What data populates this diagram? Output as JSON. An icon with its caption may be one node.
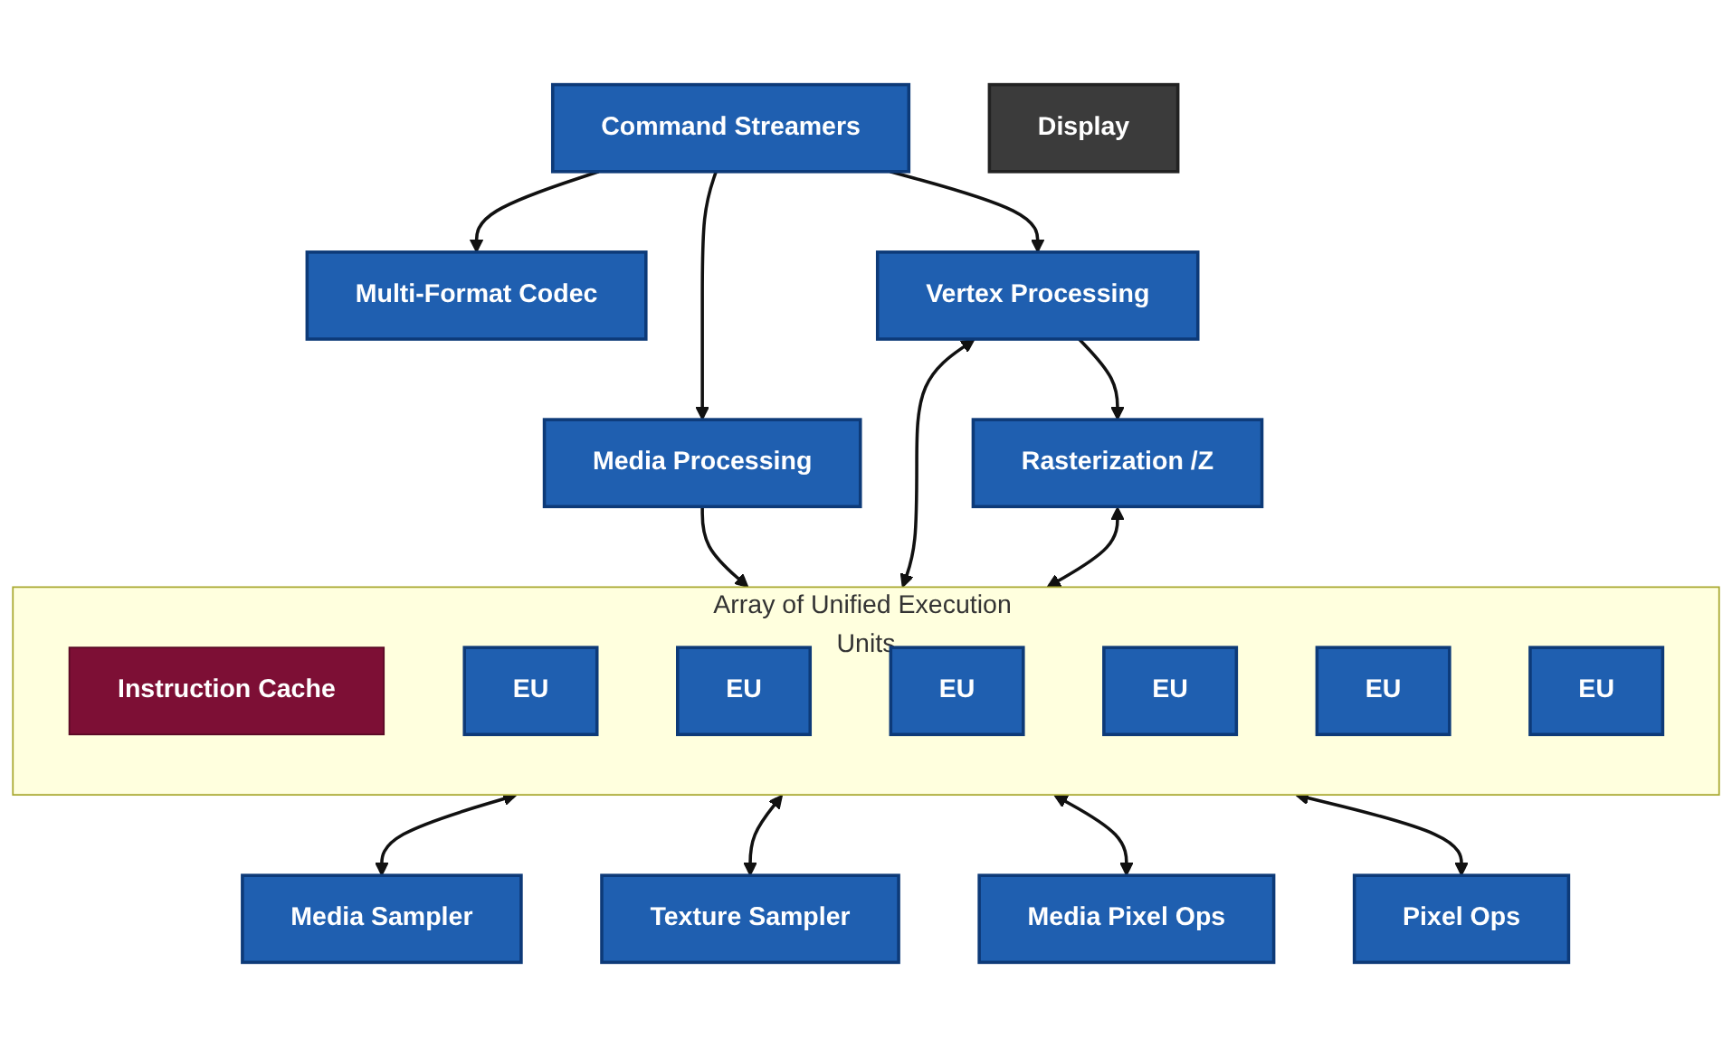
{
  "diagram": {
    "nodes": [
      {
        "text": [
          "Command Streamers"
        ]
      },
      {
        "text": [
          "Media Processing"
        ]
      },
      {
        "text": [
          "Multi-Format Codec"
        ]
      },
      {
        "text": [
          "Display"
        ]
      },
      {
        "text": [
          "Vertex Processing"
        ]
      },
      {
        "text": [
          "Array of Unified Execution Units"
        ]
      },
      {
        "text": [
          "Instruction Cache"
        ],
        "in": 5
      },
      {
        "text": [
          "EU"
        ],
        "in": 5
      },
      {
        "text": [
          "EU"
        ],
        "in": 5
      },
      {
        "text": [
          "EU"
        ],
        "in": 5
      },
      {
        "text": [
          "EU"
        ],
        "in": 5
      },
      {
        "text": [
          "EU"
        ],
        "in": 5
      },
      {
        "text": [
          "EU"
        ],
        "in": 5
      },
      {
        "text": [
          "Media Sampler"
        ]
      },
      {
        "text": [
          "Texture Sampler"
        ]
      },
      {
        "text": [
          "Rasterization /Z"
        ]
      },
      {
        "text": [
          "Media Pixel Ops"
        ]
      },
      {
        "text": [
          "Pixel Ops"
        ]
      }
    ],
    "edges": [
      {
        "from": 0,
        "to": 2,
        "arrow": "to"
      },
      {
        "from": 0,
        "to": 1,
        "arrow": "to"
      },
      {
        "from": 1,
        "to": 5,
        "arrow": "to"
      },
      {
        "from": 0,
        "to": 4,
        "arrow": "to"
      },
      {
        "from": 4,
        "to": 5,
        "arrow": "both"
      },
      {
        "from": 4,
        "to": 15,
        "arrow": "to"
      },
      {
        "from": 15,
        "to": 5,
        "arrow": "both"
      },
      {
        "from": 5,
        "to": 13,
        "arrow": "both"
      },
      {
        "from": 5,
        "to": 14,
        "arrow": "both"
      },
      {
        "from": 5,
        "to": 16,
        "arrow": "both"
      },
      {
        "from": 5,
        "to": 17,
        "arrow": "both"
      }
    ]
  }
}
